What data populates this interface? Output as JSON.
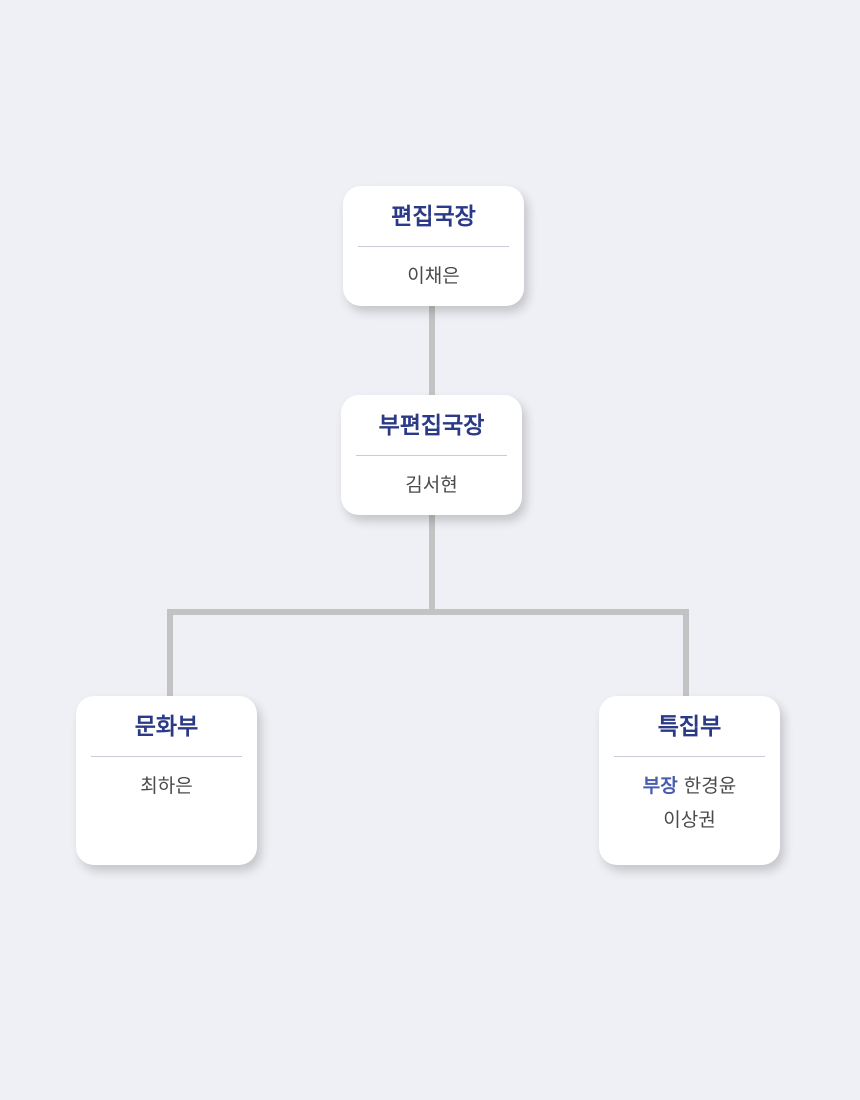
{
  "org_chart": {
    "chief": {
      "title": "편집국장",
      "member": "이채은"
    },
    "deputy": {
      "title": "부편집국장",
      "member": "김서현"
    },
    "culture": {
      "title": "문화부",
      "member": "최하은"
    },
    "features": {
      "title": "특집부",
      "head_role": "부장",
      "head_name": "한경윤",
      "member": "이상권"
    }
  },
  "colors": {
    "background": "#eef0f5",
    "node_background": "#ffffff",
    "title_text": "#2b3a86",
    "role_label": "#4a5bb0",
    "body_text": "#4a4a4a",
    "connector": "#c3c3c3",
    "divider": "#c9ccd6"
  }
}
